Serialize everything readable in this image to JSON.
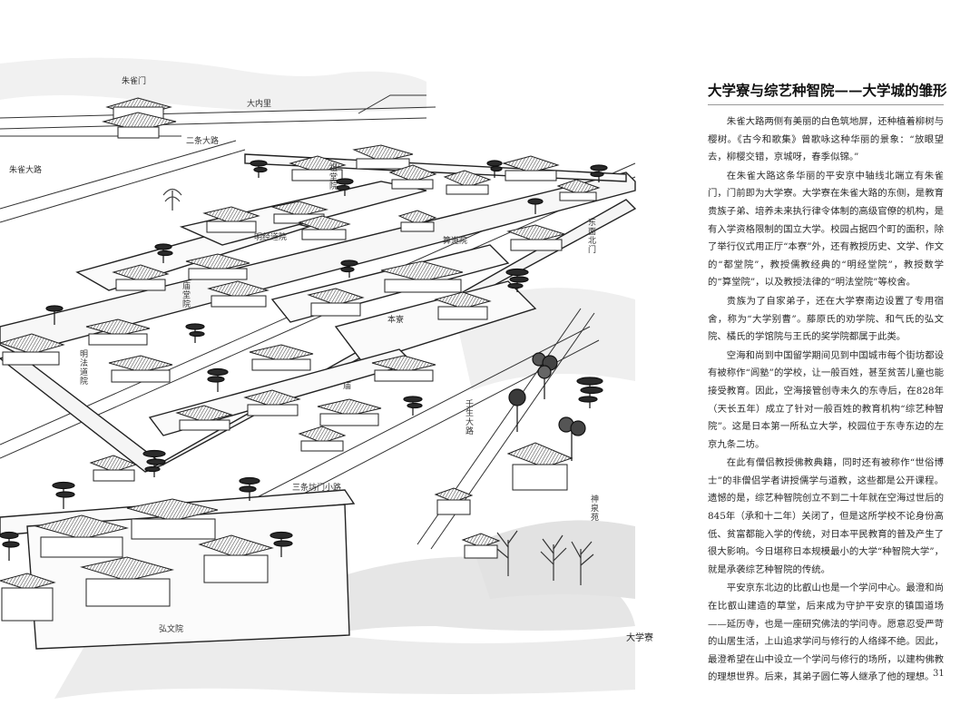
{
  "illustration": {
    "labels": {
      "suzakumon": "朱雀门",
      "nijo_oji_top": "二条大路",
      "sanjo_oji": "二条大路",
      "suzaku_oji": "朱雀大路",
      "daigakuryo_gate": "东面北门",
      "myogyo": "明经道院",
      "sandoin": "算道院",
      "honryo": "本寮",
      "myobodo": "明法道院",
      "mibu_oji": "壬生大路",
      "sanjo_bomon": "三条坊门小路",
      "shinsen": "神泉苑",
      "kobunin": "弘文院",
      "mountain": "大内里",
      "toin": "庙",
      "ritsu": "祖堂院",
      "zaishi": "庙堂院"
    },
    "caption": "大学寮"
  },
  "article": {
    "title": "大学寮与综艺种智院——大学城的雏形",
    "paragraphs": [
      "朱雀大路两侧有美丽的白色筑地屏，还种植着柳树与樱树。《古今和歌集》曾歌咏这种华丽的景象：“放眼望去，柳樱交错，京城呀，春季似锦。”",
      "在朱雀大路这条华丽的平安京中轴线北端立有朱雀门，门前即为大学寮。大学寮在朱雀大路的东侧，是教育贵族子弟、培养未来执行律令体制的高级官僚的机构，是有入学资格限制的国立大学。校园占据四个町的面积，除了举行仪式用正厅“本寮”外，还有教授历史、文学、作文的“都堂院”，教授儒教经典的“明经堂院”，教授数学的“算堂院”，以及教授法律的“明法堂院”等校舍。",
      "贵族为了自家弟子，还在大学寮南边设置了专用宿舍，称为“大学别曹”。藤原氏的劝学院、和气氏的弘文院、橘氏的学馆院与王氏的奖学院都属于此类。",
      "空海和尚到中国留学期间见到中国城市每个街坊都设有被称作“闾塾”的学校，让一般百姓，甚至贫苦儿童也能接受教育。因此，空海接管创寺未久的东寺后，在828年（天长五年）成立了针对一般百姓的教育机构“综艺种智院”。这是日本第一所私立大学，校园位于东寺东边的左京九条二坊。",
      "在此有僧侣教授佛教典籍，同时还有被称作“世俗博士”的非僧侣学者讲授儒学与道教，这些都是公开课程。遗憾的是，综艺种智院创立不到二十年就在空海过世后的845年（承和十二年）关闭了，但是这所学校不论身份高低、贫富都能入学的传统，对日本平民教育的普及产生了很大影响。今日堪称日本规模最小的大学“种智院大学”，就是承袭综艺种智院的传统。",
      "平安京东北边的比叡山也是一个学问中心。最澄和尚在比叡山建造的草堂，后来成为守护平安京的镇国道场——延历寺，也是一座研究佛法的学问寺。愿意忍受严苛的山居生活，上山追求学问与修行的人络绎不绝。因此，最澄希望在山中设立一个学问与修行的场所，以建构佛教的理想世界。后来，其弟子圆仁等人继承了他的理想。"
    ]
  },
  "page_number": "31",
  "colors": {
    "ink": "#222222",
    "wash": "#e9e9e9",
    "roof": "#555555"
  }
}
